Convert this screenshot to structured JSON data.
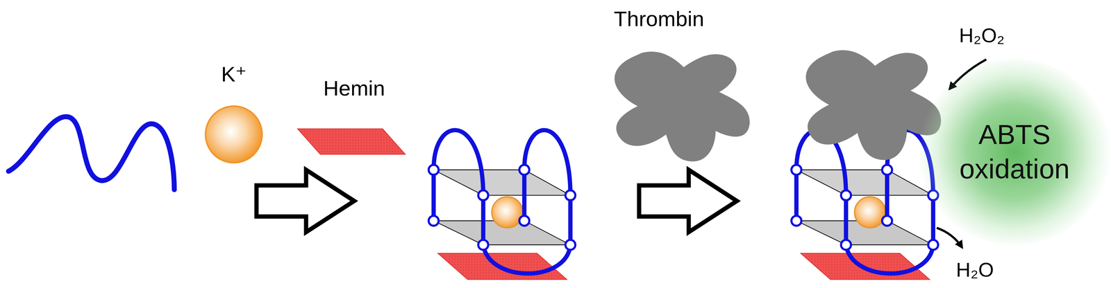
{
  "diagram": {
    "nodes": [
      {
        "text": [
          "ABTS oxidation"
        ]
      }
    ],
    "labels": [
      "K⁺",
      "Hemin",
      "Thrombin",
      "H₂O₂",
      "H₂O"
    ]
  }
}
